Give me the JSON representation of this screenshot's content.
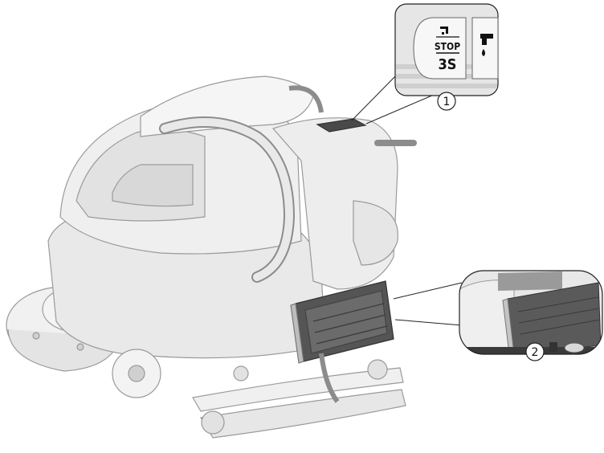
{
  "panel_detail": {
    "stop_label": "STOP",
    "time_label": "3S",
    "icons": [
      "water-tap-icon",
      "water-drop-tap-icon"
    ]
  },
  "callouts": [
    {
      "number": "1",
      "refers_to": "control-panel-detail"
    },
    {
      "number": "2",
      "refers_to": "battery-charger-detail"
    }
  ],
  "colors": {
    "machine_body": "#ececec",
    "machine_outline": "#9a9a9a",
    "dark_parts": "#4a4a4a",
    "leader_line": "#222222"
  }
}
